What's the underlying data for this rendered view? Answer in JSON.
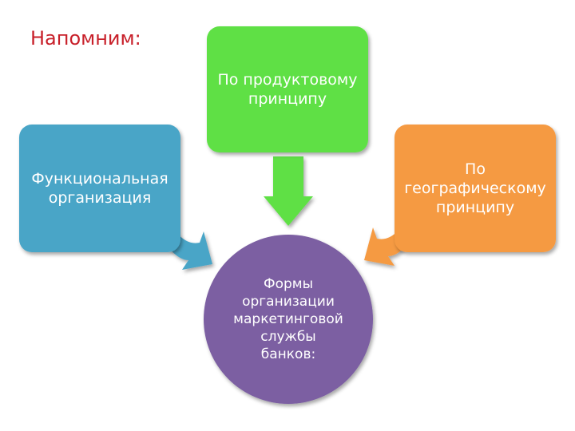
{
  "heading": "Напомним:",
  "colors": {
    "green": "#5ee045",
    "blue": "#4aa5c7",
    "orange": "#f59a42",
    "purple": "#7b5fa2",
    "heading": "#c8202a"
  },
  "nodes": {
    "product": {
      "label": "По продуктовому\nпринципу"
    },
    "functional": {
      "label": "Функциональная\nорганизация"
    },
    "geographic": {
      "label": "По\nгеографическому\nпринципу"
    },
    "center": {
      "label": "Формы\nорганизации\nмаркетинговой\nслужбы\nбанков:"
    }
  },
  "arrows": [
    {
      "from": "product",
      "to": "center",
      "color_key": "green"
    },
    {
      "from": "functional",
      "to": "center",
      "color_key": "blue"
    },
    {
      "from": "geographic",
      "to": "center",
      "color_key": "orange"
    }
  ]
}
